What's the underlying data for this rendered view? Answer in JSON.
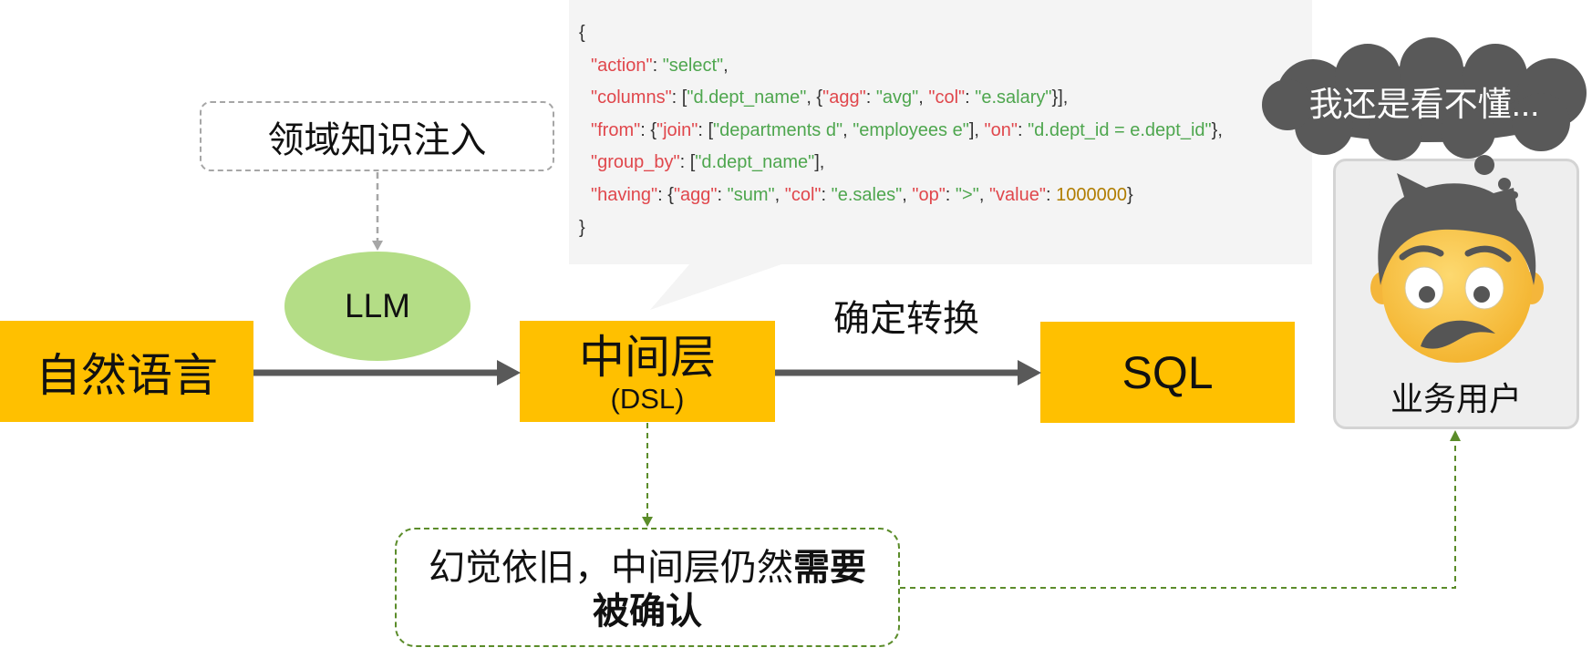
{
  "nodes": {
    "natural_language": "自然语言",
    "llm": "LLM",
    "domain_knowledge": "领域知识注入",
    "dsl_title": "中间层",
    "dsl_sub": "(DSL)",
    "sql": "SQL",
    "deterministic": "确定转换",
    "business_user": "业务用户"
  },
  "thought_bubble": "我还是看不懂...",
  "warning": {
    "normal": "幻觉依旧，中间层仍然",
    "bold1": "需要",
    "bold2": "被确认"
  },
  "colors": {
    "box_fill": "#FFC000",
    "llm_fill": "#B4DD86",
    "arrow": "#595959",
    "green_dashed": "#5B8C2A",
    "cloud": "#595959",
    "code_key": "#E0474C",
    "code_string": "#4EA64E",
    "code_number": "#B07D00",
    "code_punct": "#333333"
  },
  "code": {
    "lines": [
      [
        {
          "t": "p",
          "v": "{"
        }
      ],
      [
        {
          "t": "k",
          "v": "\"action\""
        },
        {
          "t": "p",
          "v": ": "
        },
        {
          "t": "s",
          "v": "\"select\""
        },
        {
          "t": "p",
          "v": ","
        }
      ],
      [
        {
          "t": "k",
          "v": "\"columns\""
        },
        {
          "t": "p",
          "v": ": ["
        },
        {
          "t": "s",
          "v": "\"d.dept_name\""
        },
        {
          "t": "p",
          "v": ", {"
        },
        {
          "t": "k",
          "v": "\"agg\""
        },
        {
          "t": "p",
          "v": ": "
        },
        {
          "t": "s",
          "v": "\"avg\""
        },
        {
          "t": "p",
          "v": ", "
        },
        {
          "t": "k",
          "v": "\"col\""
        },
        {
          "t": "p",
          "v": ": "
        },
        {
          "t": "s",
          "v": "\"e.salary\""
        },
        {
          "t": "p",
          "v": "}],"
        }
      ],
      [
        {
          "t": "k",
          "v": "\"from\""
        },
        {
          "t": "p",
          "v": ": {"
        },
        {
          "t": "k",
          "v": "\"join\""
        },
        {
          "t": "p",
          "v": ": ["
        },
        {
          "t": "s",
          "v": "\"departments d\""
        },
        {
          "t": "p",
          "v": ", "
        },
        {
          "t": "s",
          "v": "\"employees e\""
        },
        {
          "t": "p",
          "v": "], "
        },
        {
          "t": "k",
          "v": "\"on\""
        },
        {
          "t": "p",
          "v": ": "
        },
        {
          "t": "s",
          "v": "\"d.dept_id = e.dept_id\""
        },
        {
          "t": "p",
          "v": "},"
        }
      ],
      [
        {
          "t": "k",
          "v": "\"group_by\""
        },
        {
          "t": "p",
          "v": ": ["
        },
        {
          "t": "s",
          "v": "\"d.dept_name\""
        },
        {
          "t": "p",
          "v": "],"
        }
      ],
      [
        {
          "t": "k",
          "v": "\"having\""
        },
        {
          "t": "p",
          "v": ": {"
        },
        {
          "t": "k",
          "v": "\"agg\""
        },
        {
          "t": "p",
          "v": ": "
        },
        {
          "t": "s",
          "v": "\"sum\""
        },
        {
          "t": "p",
          "v": ", "
        },
        {
          "t": "k",
          "v": "\"col\""
        },
        {
          "t": "p",
          "v": ": "
        },
        {
          "t": "s",
          "v": "\"e.sales\""
        },
        {
          "t": "p",
          "v": ", "
        },
        {
          "t": "k",
          "v": "\"op\""
        },
        {
          "t": "p",
          "v": ": "
        },
        {
          "t": "s",
          "v": "\">\""
        },
        {
          "t": "p",
          "v": ", "
        },
        {
          "t": "k",
          "v": "\"value\""
        },
        {
          "t": "p",
          "v": ": "
        },
        {
          "t": "n",
          "v": "1000000"
        },
        {
          "t": "p",
          "v": "}"
        }
      ],
      [
        {
          "t": "p",
          "v": "}"
        }
      ]
    ]
  }
}
